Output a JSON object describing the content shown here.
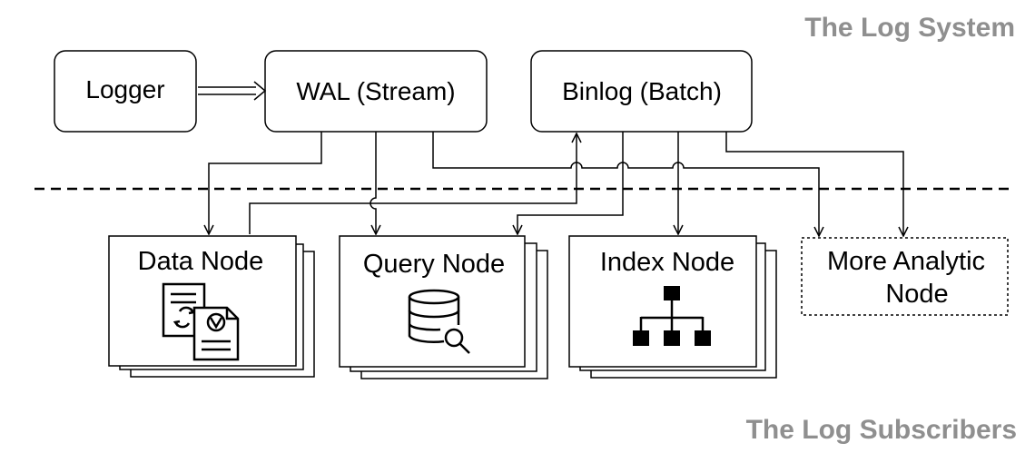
{
  "sections": {
    "top": "The Log System",
    "bottom": "The Log Subscribers"
  },
  "system_boxes": {
    "logger": "Logger",
    "wal": "WAL (Stream)",
    "binlog": "Binlog (Batch)"
  },
  "nodes": {
    "data": "Data Node",
    "query": "Query Node",
    "index": "Index Node",
    "analytic_line1": "More Analytic",
    "analytic_line2": "Node"
  },
  "icons": {
    "data": "documents-sync-icon",
    "query": "database-search-icon",
    "index": "hierarchy-tree-icon"
  }
}
